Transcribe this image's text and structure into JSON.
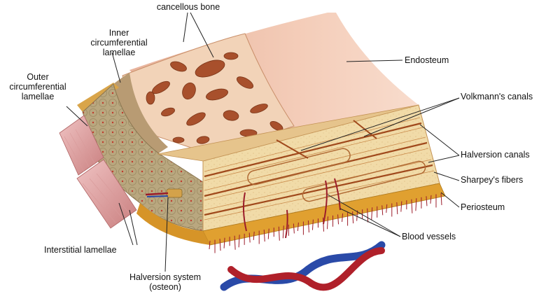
{
  "labels": {
    "cancellous_bone": "cancellous bone",
    "inner_circ_l1": "Inner",
    "inner_circ_l2": "circumferential",
    "inner_circ_l3": "lamellae",
    "outer_circ_l1": "Outer",
    "outer_circ_l2": "circumferential",
    "outer_circ_l3": "lamellae",
    "endosteum": "Endosteum",
    "volkmanns_canals": "Volkmann's canals",
    "halversion_canals": "Halversion canals",
    "sharpeys_fibers": "Sharpey's fibers",
    "periosteum": "Periosteum",
    "blood_vessels": "Blood vessels",
    "interstitial_lamellae": "Interstitial lamellae",
    "halversion_system_l1": "Halversion system",
    "halversion_system_l2": "(osteon)"
  },
  "colors": {
    "endosteum": "#f0c4b0",
    "cancellous_bg": "#f2d3b8",
    "cancellous_hole": "#a8502c",
    "compact_face": "#f0d9a6",
    "compact_lines": "#b85a24",
    "osteon_side": "#b3a27c",
    "periosteum": "#e0a030",
    "muscle": "#e8b0b0",
    "artery": "#b0202a",
    "vein": "#2a4aa8"
  }
}
